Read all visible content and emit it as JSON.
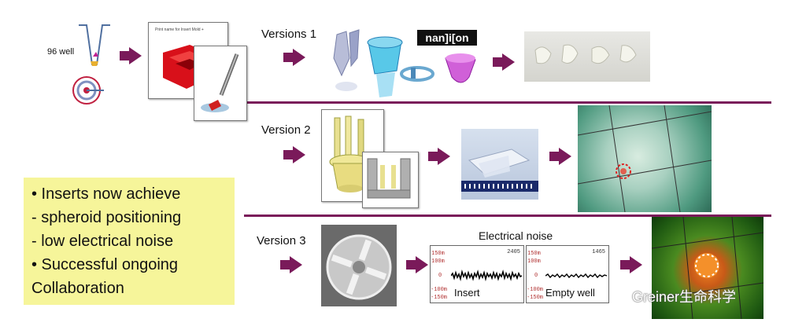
{
  "row1": {
    "well_label": "96 well",
    "versions_label": "Versions 1",
    "brand_logo_text": "nan]i[on",
    "doc_title": "Print name for Insert Mold +"
  },
  "row2": {
    "version_label": "Version 2"
  },
  "row3": {
    "version_label": "Version 3",
    "noise_title": "Electrical noise",
    "plot_left": {
      "caption": "Insert",
      "y_ticks": [
        "150m",
        "100m",
        "0",
        "-100m",
        "-150m"
      ],
      "corner_text": "2405"
    },
    "plot_right": {
      "caption": "Empty well",
      "y_ticks": [
        "150m",
        "100m",
        "0",
        "-100m",
        "-150m"
      ],
      "corner_text": "1465"
    }
  },
  "bullets": [
    "• Inserts now achieve",
    "- spheroid positioning",
    "- low electrical noise",
    "• Successful ongoing",
    "Collaboration"
  ],
  "watermark": "Greiner生命科学",
  "colors": {
    "accent": "#7a1a5a",
    "note_bg": "#f6f59a"
  }
}
